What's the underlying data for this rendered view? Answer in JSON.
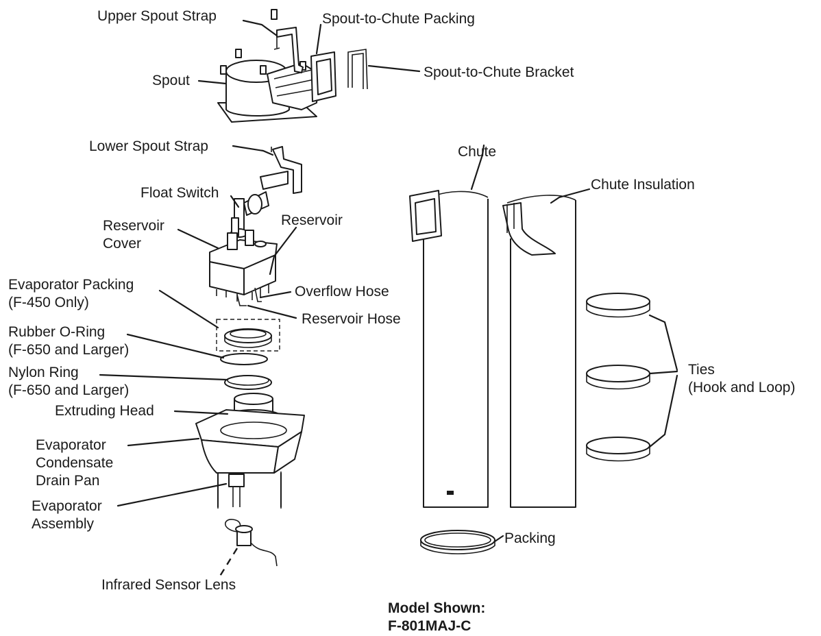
{
  "labels": {
    "upper_spout_strap": "Upper Spout Strap",
    "spout_to_chute_packing": "Spout-to-Chute Packing",
    "spout": "Spout",
    "spout_to_chute_bracket": "Spout-to-Chute Bracket",
    "lower_spout_strap": "Lower Spout Strap",
    "float_switch": "Float Switch",
    "reservoir_cover_line1": "Reservoir",
    "reservoir_cover_line2": "Cover",
    "reservoir": "Reservoir",
    "evaporator_packing_line1": "Evaporator Packing",
    "evaporator_packing_line2": "(F-450 Only)",
    "overflow_hose": "Overflow Hose",
    "reservoir_hose": "Reservoir Hose",
    "rubber_oring_line1": "Rubber O-Ring",
    "rubber_oring_line2": "(F-650 and Larger)",
    "nylon_ring_line1": "Nylon Ring",
    "nylon_ring_line2": "(F-650 and Larger)",
    "extruding_head": "Extruding Head",
    "drain_pan_line1": "Evaporator",
    "drain_pan_line2": "Condensate",
    "drain_pan_line3": "Drain Pan",
    "evaporator_assembly_line1": "Evaporator",
    "evaporator_assembly_line2": "Assembly",
    "infrared_sensor_lens": "Infrared Sensor Lens",
    "chute": "Chute",
    "chute_insulation": "Chute Insulation",
    "ties_line1": "Ties",
    "ties_line2": "(Hook and Loop)",
    "packing": "Packing"
  },
  "model": {
    "line1": "Model Shown:",
    "line2": "F-801MAJ-C"
  }
}
